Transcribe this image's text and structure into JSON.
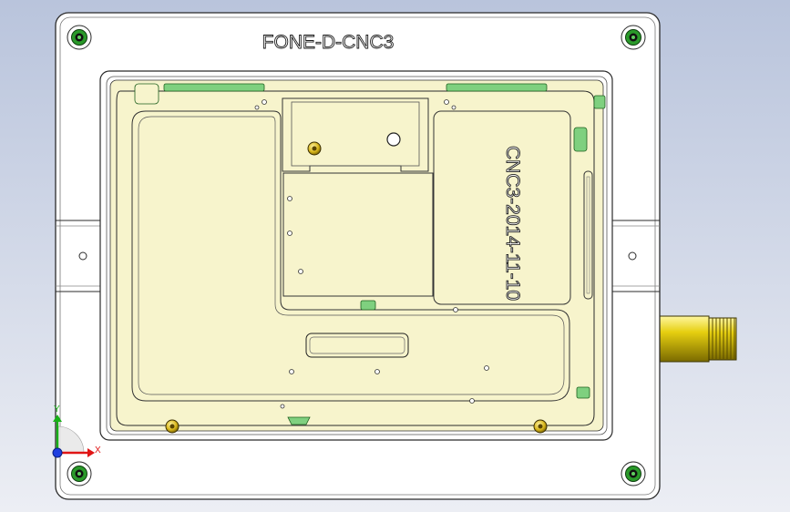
{
  "viewport": {
    "background_top": "#b9c4dc",
    "background_bottom": "#eceef4"
  },
  "part": {
    "title": "FONE-D-CNC3",
    "engraving_rotated": "CNC3-2014-11-10",
    "colors": {
      "plate": "#ffffff",
      "outline": "#2b2b2b",
      "pocket_fill": "#f7f4cc",
      "green": "#7fd07f",
      "gold": "#d8c21c",
      "screw_green": "#2a9a2a"
    }
  },
  "triad": {
    "x_label": "X",
    "y_label": "Y",
    "x_color": "#e01515",
    "y_color": "#18b018",
    "z_color": "#1f3fe0"
  }
}
